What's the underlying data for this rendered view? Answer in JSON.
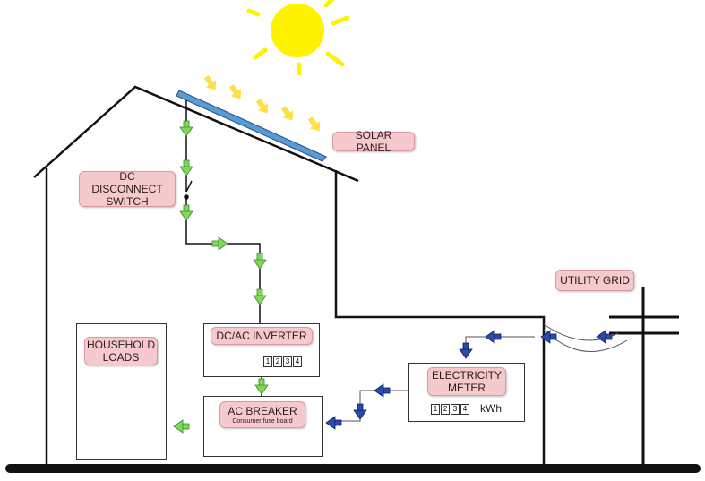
{
  "labels": {
    "solar_panel": "SOLAR PANEL",
    "dc_disconnect": "DC DISCONNECT SWITCH",
    "dc_ac_inverter": "DC/AC INVERTER",
    "household_loads": "HOUSEHOLD LOADS",
    "ac_breaker": "AC BREAKER",
    "ac_breaker_sub": "Consumer fuse board",
    "electricity_meter": "ELECTRICITY METER",
    "utility_grid": "UTILITY GRID"
  },
  "inverter_digits": [
    "1",
    "2",
    "3",
    "4"
  ],
  "meter_digits": [
    "1",
    "2",
    "3",
    "4"
  ],
  "meter_unit": "kWh",
  "colors": {
    "sun": "#fff200",
    "solar_panel": "#5b9bd5",
    "dc_flow_arrow": "#7ed957",
    "ac_flow_arrow": "#1f3f9f",
    "label_fill": "#f6c9cd"
  }
}
